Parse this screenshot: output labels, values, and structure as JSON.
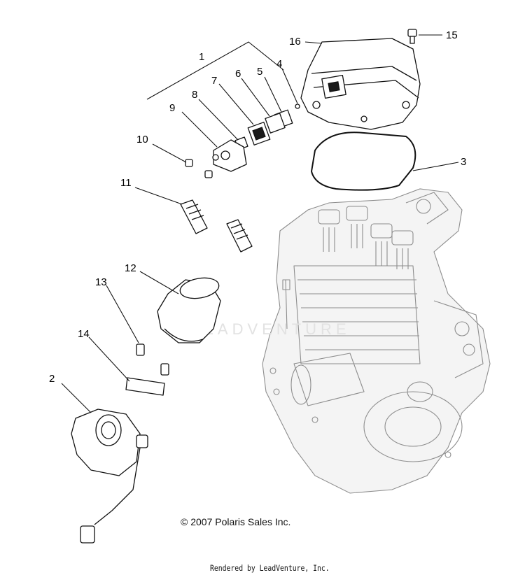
{
  "callouts": [
    "1",
    "2",
    "3",
    "4",
    "5",
    "6",
    "7",
    "8",
    "9",
    "10",
    "11",
    "12",
    "13",
    "14",
    "15",
    "16"
  ],
  "watermark": "LEADVENTURE",
  "copyright": "© 2007 Polaris Sales Inc.",
  "rendered_by": "Rendered by LeadVenture, Inc."
}
